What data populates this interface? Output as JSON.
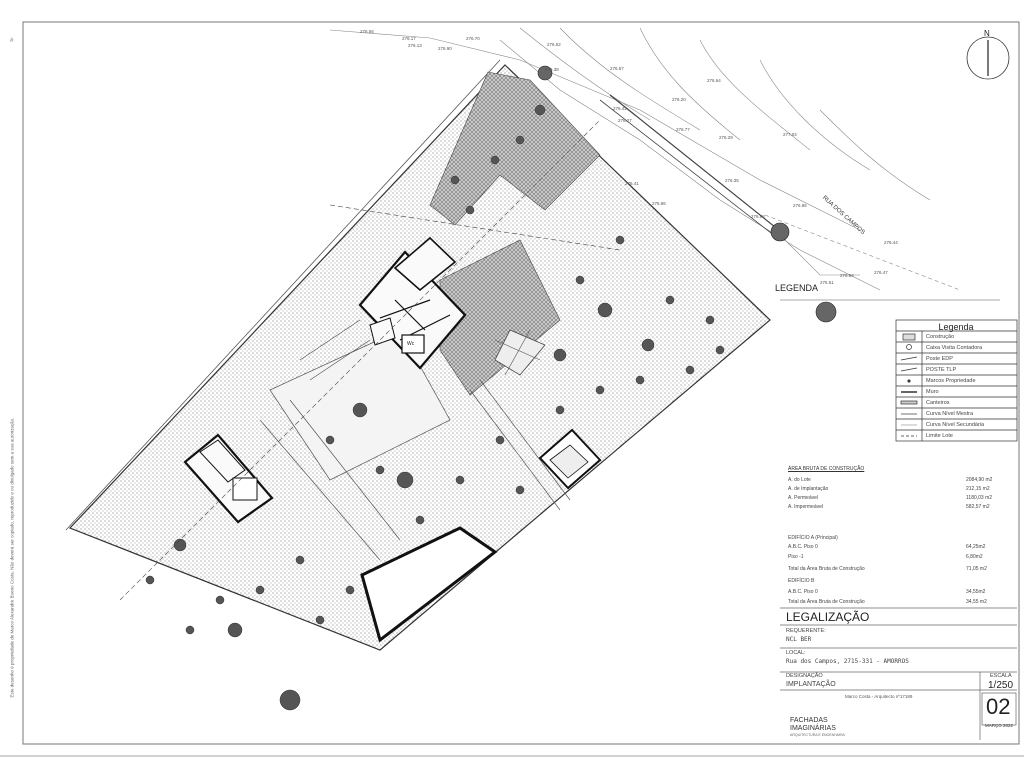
{
  "north_label": "N",
  "street_label": "RUA DOS CAMPOS",
  "legenda_map_label": "LEGENDA",
  "room_labels": [
    "Wc"
  ],
  "elevations": [
    "276.56",
    "276.17",
    "276.13",
    "276.90",
    "276.70",
    "276.52",
    "276.38",
    "276.57",
    "276.42",
    "276.27",
    "276.64",
    "276.20",
    "276.41",
    "276.77",
    "276.29",
    "277.04",
    "276.35",
    "276.86",
    "276.98",
    "276.85",
    "276.44",
    "276.47",
    "276.64",
    "276.51"
  ],
  "legend": {
    "title": "Legenda",
    "items": [
      "Construção",
      "Caixa Visita Contadora",
      "Poste EDP",
      "POSTE TLP",
      "Marcos Propriedade",
      "Muro",
      "Canteiros",
      "Curva Nível Mestra",
      "Curva Nível Secundária",
      "Limite Lote"
    ]
  },
  "areas": {
    "header": "ÁREA BRUTA DE CONSTRUÇÃO",
    "rows": [
      {
        "label": "A. do Lote",
        "value": "2084,90 m2"
      },
      {
        "label": "A. de Implantação",
        "value": "212,15 m2"
      },
      {
        "label": "A. Permeável",
        "value": "1180,03 m2"
      },
      {
        "label": "A. Impermeável",
        "value": "582,57 m2"
      }
    ],
    "edificio_a": {
      "title": "EDIFÍCIO A (Principal)",
      "rows": [
        {
          "label": "A.B.C. Piso 0",
          "value": "64,25m2"
        },
        {
          "label": "Piso -1",
          "value": "6,80m2"
        },
        {
          "label": "Total da Área Bruta de Construção",
          "value": "71,05 m2"
        }
      ]
    },
    "edificio_b": {
      "title": "EDIFÍCIO B",
      "rows": [
        {
          "label": "A.B.C. Piso 0",
          "value": "34,55m2"
        },
        {
          "label": "Total da Área Bruta de Construção",
          "value": "34,55 m2"
        }
      ]
    }
  },
  "title_block": {
    "project_title": "LEGALIZAÇÃO",
    "requerente_label": "REQUERENTE:",
    "requerente_value": "NCL BER",
    "local_label": "LOCAL:",
    "local_value": "Rua dos Campos, 2715-331 - AMORROS",
    "designacao_label": "DESIGNAÇÃO",
    "designacao_value": "IMPLANTAÇÃO",
    "escala_label": "ESCALA",
    "escala_value": "1/250",
    "architect": "Marco Costa - Arquitecto nº17189",
    "firm_line1": "FACHADAS",
    "firm_line2": "IMAGINÁRIAS",
    "firm_sub": "ARQUITECTURA E ENGENHARIA",
    "sheet_number": "02",
    "date": "MARÇO 2022"
  },
  "copyright_note": "Este desenho é propriedade de Marco Alexandre Bueno Costa. Não deverá ser copiado, reproduzido e ou divulgado sem a sua autorização.",
  "corner_mark": "#"
}
